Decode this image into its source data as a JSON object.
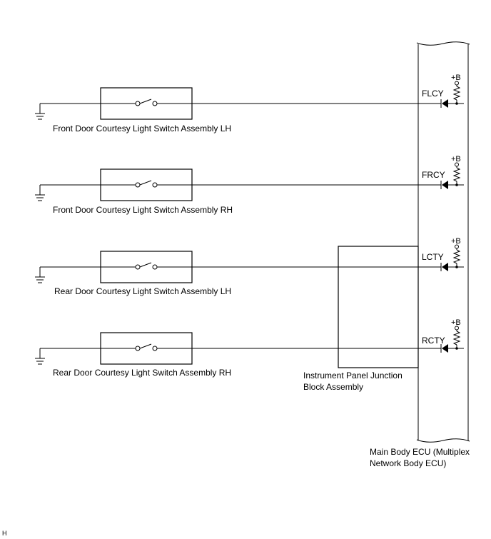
{
  "switches": [
    {
      "label": "Front Door Courtesy Light Switch Assembly LH",
      "terminal": "FLCY",
      "supply": "+B"
    },
    {
      "label": "Front Door Courtesy Light Switch Assembly RH",
      "terminal": "FRCY",
      "supply": "+B"
    },
    {
      "label": "Rear Door Courtesy Light Switch Assembly LH",
      "terminal": "LCTY",
      "supply": "+B"
    },
    {
      "label": "Rear Door Courtesy Light Switch Assembly RH",
      "terminal": "RCTY",
      "supply": "+B"
    }
  ],
  "junction_block": {
    "line1": "Instrument Panel Junction",
    "line2": "Block Assembly"
  },
  "ecu": {
    "line1": "Main Body ECU (Multiplex",
    "line2": "Network Body ECU)"
  },
  "corner_mark": "H"
}
